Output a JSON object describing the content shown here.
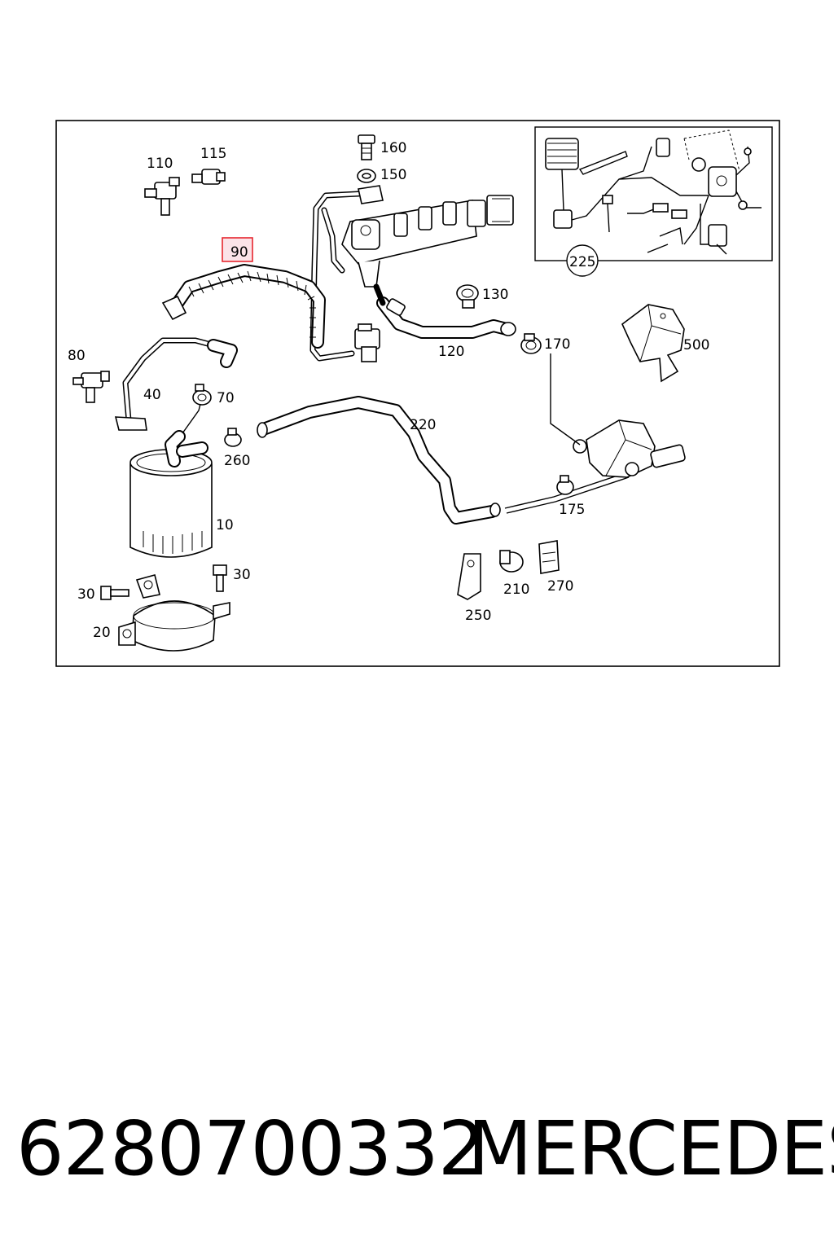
{
  "highlight_color": "#e6262e",
  "highlight_fill": "#fbe3e8",
  "part_labels": {
    "p10": "10",
    "p20": "20",
    "p30a": "30",
    "p30b": "30",
    "p40": "40",
    "p70": "70",
    "p80": "80",
    "p90": "90",
    "p110": "110",
    "p115": "115",
    "p120": "120",
    "p130": "130",
    "p150": "150",
    "p160": "160",
    "p170": "170",
    "p175": "175",
    "p210": "210",
    "p220": "220",
    "p225": "225",
    "p250": "250",
    "p260": "260",
    "p270": "270",
    "p500": "500"
  },
  "footer": {
    "part_number": "6280700332",
    "brand": "MERCEDES"
  }
}
